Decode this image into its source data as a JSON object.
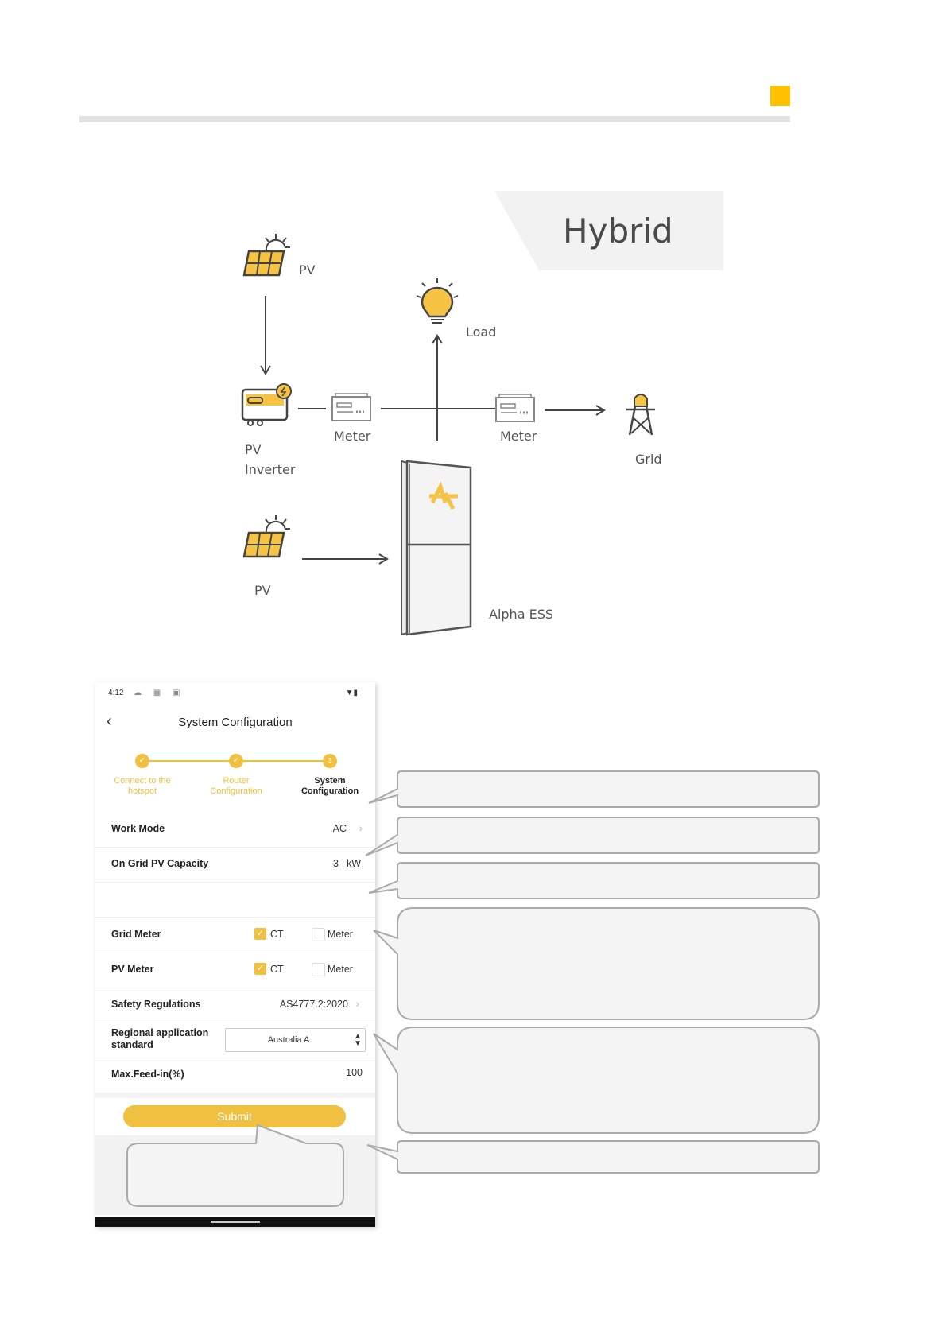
{
  "brand_color": "#FFC000",
  "diagram": {
    "title": "Hybrid",
    "labels": {
      "pv_top": "PV",
      "load": "Load",
      "meter_left": "Meter",
      "meter_right": "Meter",
      "grid": "Grid",
      "pv_inverter_1": "PV",
      "pv_inverter_2": "Inverter",
      "pv_bottom": "PV",
      "alpha_ess": "Alpha ESS"
    }
  },
  "phone": {
    "time": "4:12",
    "title": "System Configuration",
    "steps": [
      {
        "label": "Connect to the hotspot",
        "state": "done"
      },
      {
        "label": "Router Configuration",
        "state": "done"
      },
      {
        "label": "System Configuration",
        "state": "current",
        "number": "3"
      }
    ],
    "rows": {
      "work_mode": {
        "label": "Work Mode",
        "value": "AC"
      },
      "pv_capacity": {
        "label": "On Grid PV Capacity",
        "value": "3",
        "unit": "kW"
      },
      "grid_meter": {
        "label": "Grid Meter",
        "opt1": "CT",
        "opt2": "Meter",
        "opt1_checked": true,
        "opt2_checked": false
      },
      "pv_meter": {
        "label": "PV Meter",
        "opt1": "CT",
        "opt2": "Meter",
        "opt1_checked": true,
        "opt2_checked": false
      },
      "safety": {
        "label": "Safety Regulations",
        "value": "AS4777.2:2020"
      },
      "regional": {
        "label": "Regional application standard",
        "value": "Australia A"
      },
      "max_feed": {
        "label": "Max.Feed-in(%)",
        "value": "100"
      }
    },
    "submit_label": "Submit"
  }
}
